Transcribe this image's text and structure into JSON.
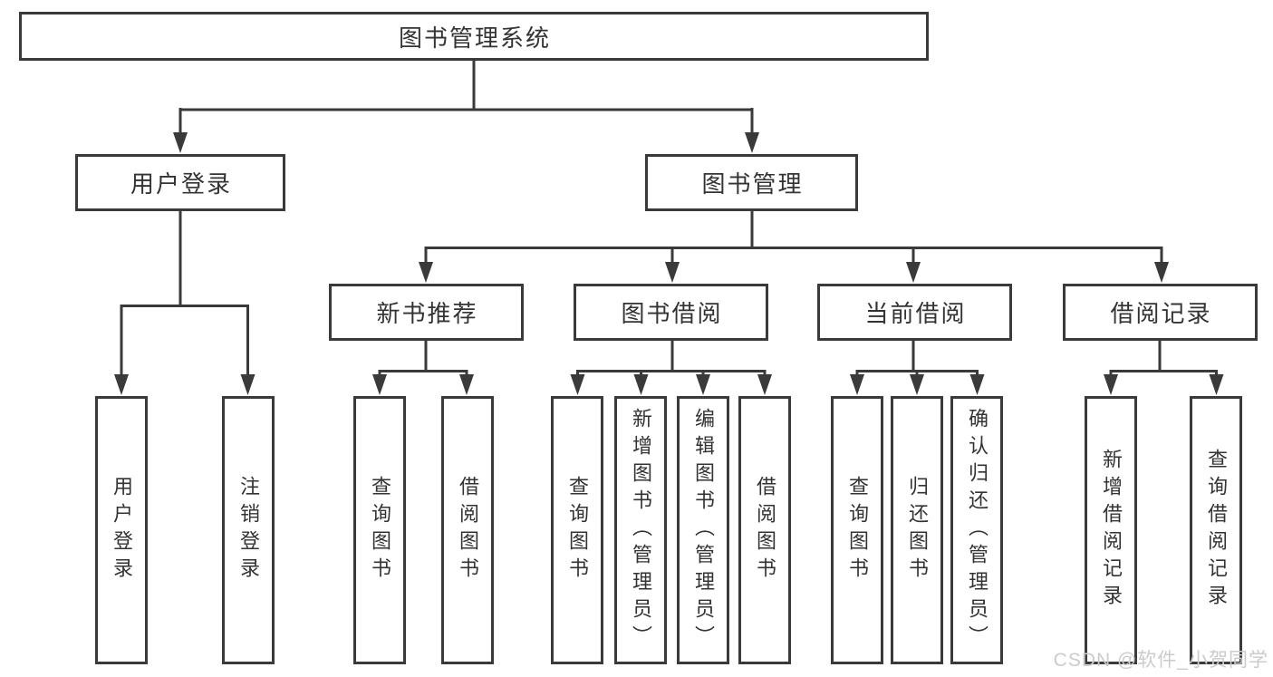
{
  "nodes": {
    "root": "图书管理系统",
    "user_login": "用户登录",
    "book_management": "图书管理",
    "new_book_recommend": "新书推荐",
    "book_borrowing": "图书借阅",
    "current_borrowing": "当前借阅",
    "borrowing_records": "借阅记录",
    "leaf_user_login": "用户登录",
    "leaf_logout_login": "注销登录",
    "leaf_query_books_recommend": "查询图书",
    "leaf_borrow_books_recommend": "借阅图书",
    "leaf_query_books_borrow": "查询图书",
    "leaf_add_books_admin": "新增图书（管理员）",
    "leaf_edit_books_admin": "编辑图书（管理员）",
    "leaf_borrow_books_borrow": "借阅图书",
    "leaf_query_books_current": "查询图书",
    "leaf_return_books": "归还图书",
    "leaf_confirm_return_admin": "确认归还（管理员）",
    "leaf_add_borrow_record": "新增借阅记录",
    "leaf_query_borrow_record": "查询借阅记录"
  },
  "watermark": "CSDN @软件_小贺同学",
  "colors": {
    "line": "#3a3a3a",
    "text": "#333333",
    "background": "#ffffff",
    "watermark": "#cbcbcb"
  }
}
